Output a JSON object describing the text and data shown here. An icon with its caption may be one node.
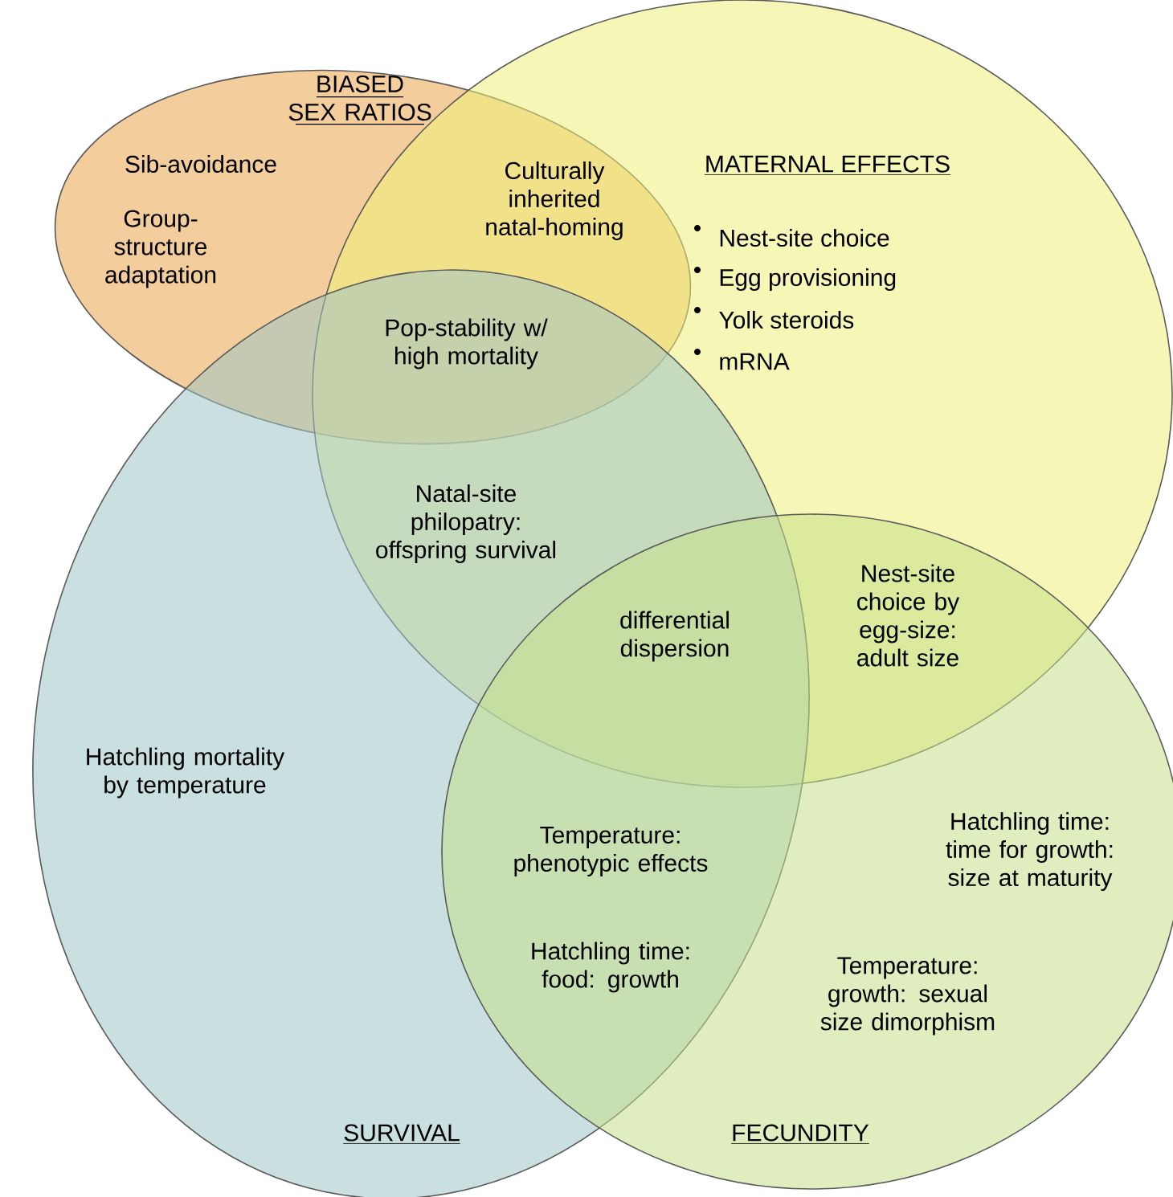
{
  "diagram": {
    "nodes": [
      {
        "text": [
          "BIASED SEX RATIOS"
        ]
      },
      {
        "text": [
          "MATERNAL EFFECTS"
        ]
      },
      {
        "text": [
          "SURVIVAL"
        ]
      },
      {
        "text": [
          "FECUNDITY"
        ]
      }
    ],
    "labels": [
      "Sib-avoidance",
      "Group-structure adaptation",
      "Culturally inherited natal-homing",
      "Nest-site choice",
      "Egg provisioning",
      "Yolk steroids",
      "mRNA",
      "Pop-stability w/ high mortality",
      "Natal-site philopatry: offspring survival",
      "Nest-site choice by egg-size: adult size",
      "differential dispersion",
      "Hatchling mortality by temperature",
      "Hatchling time: time for growth: size at maturity",
      "Temperature: phenotypic effects",
      "Hatchling time: food: growth",
      "Temperature: growth: sexual size dimorphism"
    ]
  }
}
